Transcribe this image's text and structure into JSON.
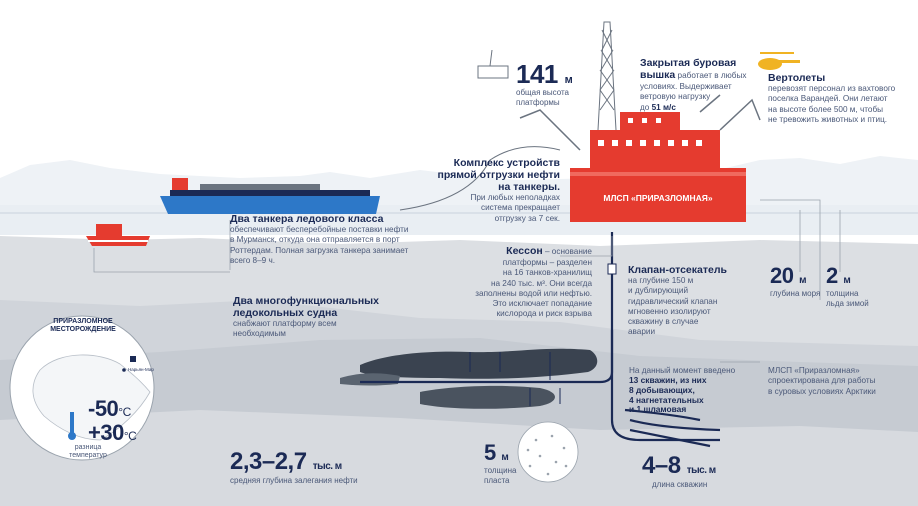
{
  "platform": {
    "height_value": "141",
    "height_unit": "м",
    "height_caption": [
      "общая высота",
      "платформы"
    ],
    "name": "МЛСП «ПРИРАЗЛОМНАЯ»"
  },
  "derrick": {
    "title_line1": "Закрытая буровая",
    "title_bold": "вышка",
    "title_rest": " работает в любых",
    "body": [
      "условиях. Выдерживает",
      "ветровую нагрузку"
    ],
    "speed_prefix": "до ",
    "speed_bold": "51 м/с"
  },
  "helicopters": {
    "title": "Вертолеты",
    "body": [
      "перевозят персонал из вахтового",
      "поселка Варандей. Они летают",
      "на высоте более 500 м, чтобы",
      "не тревожить животных и птиц."
    ]
  },
  "loading": {
    "title": [
      "Комплекс устройств",
      "прямой отгрузки нефти",
      "на танкеры."
    ],
    "body": [
      "При любых неполадках",
      "система прекращает",
      "отгрузку за 7 сек."
    ]
  },
  "tankers": {
    "title": "Два танкера ледового класса",
    "body": [
      "обеспечивают бесперебойные поставки нефти",
      "в Мурманск, откуда она отправляется в порт",
      "Роттердам. Полная загрузка танкера занимает",
      "всего 8–9 ч."
    ]
  },
  "icebreakers": {
    "title": [
      "Два многофункциональных",
      "ледокольных судна"
    ],
    "body": [
      "снабжают платформу всем",
      "необходимым"
    ]
  },
  "caisson": {
    "title": "Кессон",
    "body": [
      " – основание",
      "платформы – разделен",
      "на 16 танков-хранилищ",
      "на 240 тыс. м³. Они всегда",
      "заполнены водой или нефтью.",
      "Это исключает попадание",
      "кислорода и риск взрыва"
    ]
  },
  "valve": {
    "title": "Клапан-отсекатель",
    "body": [
      "на глубине 150 м",
      "и дублирующий",
      "гидравлический клапан",
      "мгновенно изолируют",
      "скважину в случае",
      "аварии"
    ]
  },
  "depths": {
    "sea_value": "20",
    "sea_unit": "м",
    "sea_caption": "глубина моря",
    "ice_value": "2",
    "ice_unit": "м",
    "ice_caption": [
      "толщина",
      "льда зимой"
    ]
  },
  "wells": {
    "intro": [
      "На данный момент введено"
    ],
    "bold": [
      "13 скважин, из них",
      "8 добывающих,",
      "4 нагнетательных",
      "и 1 шламовая"
    ]
  },
  "note": {
    "body": [
      "МЛСП «Приразломная»",
      "спроектирована для работы",
      "в суровых условиях Арктики"
    ]
  },
  "globe": {
    "title": [
      "ПРИРАЗЛОМНОЕ",
      "МЕСТОРОЖДЕНИЕ"
    ],
    "city": "Нарьян-Мар",
    "temp_low": "-50",
    "temp_high": "+30",
    "temp_unit": "°C",
    "temp_caption": [
      "разница",
      "температур"
    ]
  },
  "oil_depth": {
    "value": "2,3–2,7",
    "unit": "тыс. м",
    "caption": "средняя глубина залегания нефти"
  },
  "layer": {
    "value": "5",
    "unit": "м",
    "caption": [
      "толщина",
      "пласта"
    ]
  },
  "well_length": {
    "value": "4–8",
    "unit": "тыс. м",
    "caption": "длина скважин"
  },
  "colors": {
    "navy": "#1b2a55",
    "red": "#e53b2f",
    "water": "#e7ecf2",
    "ground": "#d2d6dc",
    "deep": "#c2c7ce",
    "steel": "#9aa3ad",
    "blue_ship": "#2d78c8"
  }
}
